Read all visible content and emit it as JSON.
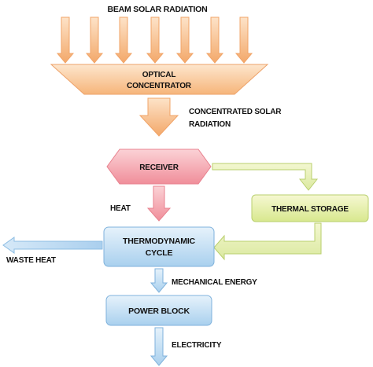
{
  "colors": {
    "sun_arrow_top": "#fde3c8",
    "sun_arrow_bottom": "#f3a86a",
    "concentrator_top": "#fde6cd",
    "concentrator_bottom": "#f6b57a",
    "receiver_top": "#fbd2d6",
    "receiver_bottom": "#f08e9a",
    "storage_top": "#f6f8d2",
    "storage_bottom": "#d8e88e",
    "blue_top": "#e6f2fb",
    "blue_bottom": "#a9d0ee",
    "border_blue": "#7fb2dc"
  },
  "labels": {
    "beam": "BEAM SOLAR RADIATION",
    "concentrator_line1": "OPTICAL",
    "concentrator_line2": "CONCENTRATOR",
    "concentrated_line1": "CONCENTRATED SOLAR",
    "concentrated_line2": "RADIATION",
    "receiver": "RECEIVER",
    "thermal_storage": "THERMAL STORAGE",
    "heat": "HEAT",
    "thermo_line1": "THERMODYNAMIC",
    "thermo_line2": "CYCLE",
    "waste_heat": "WASTE HEAT",
    "mechanical": "MECHANICAL ENERGY",
    "power_block": "POWER BLOCK",
    "electricity": "ELECTRICITY"
  },
  "icons": {
    "sun_arrows": "down-arrow-icon",
    "flow_arrows": "arrow-icon"
  }
}
